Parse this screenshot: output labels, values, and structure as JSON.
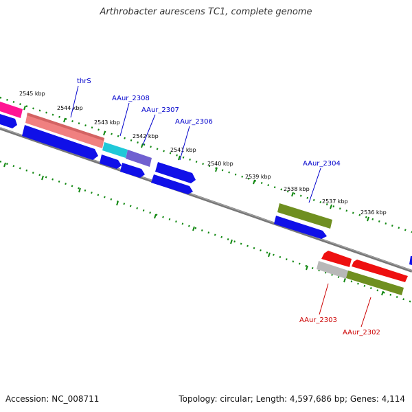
{
  "title": "Arthrobacter aurescens TC1, complete genome",
  "footer": {
    "accession": "Accession: NC_008711",
    "summary": "Topology: circular; Length: 4,597,686 bp; Genes: 4,114"
  },
  "ticks": [
    "2545 kbp",
    "2544 kbp",
    "2543 kbp",
    "2542 kbp",
    "2541 kbp",
    "2540 kbp",
    "2539 kbp",
    "2538 kbp",
    "2537 kbp",
    "2536 kbp"
  ],
  "gene_labels": {
    "forward": [
      "thrS",
      "AAur_2308",
      "AAur_2307",
      "AAur_2306",
      "AAur_2304"
    ],
    "reverse": [
      "AAur_2303",
      "AAur_2302"
    ]
  },
  "colors": {
    "forward_label": "#0000cc",
    "reverse_label": "#cc0000",
    "blue_cds": "#1010e8",
    "salmon": "#f08080",
    "cyan": "#20c8d8",
    "purple": "#7060d0",
    "olive": "#6f8f20",
    "red": "#ee1010",
    "gray": "#b8b8b8",
    "magenta": "#ff1493",
    "backbone": "#808080",
    "dotted": "#118811"
  }
}
